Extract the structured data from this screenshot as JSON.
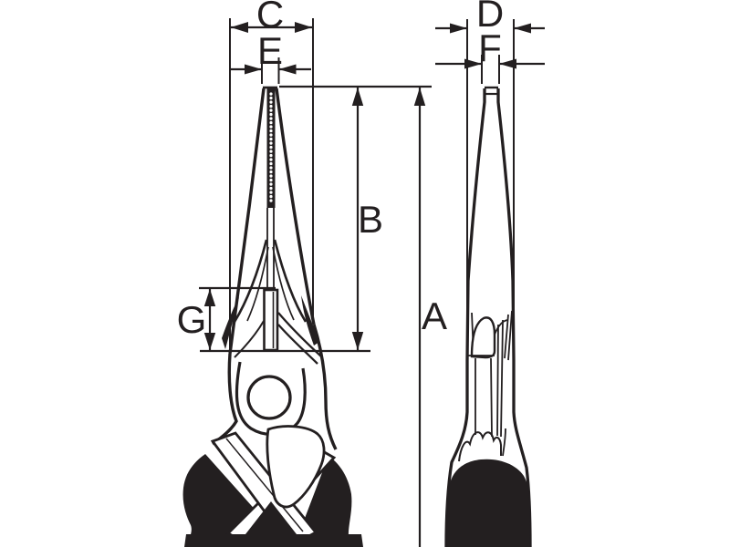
{
  "figure": {
    "colors": {
      "ink": "#231f20",
      "background": "#ffffff"
    },
    "labels": {
      "a": "A",
      "b": "B",
      "c": "C",
      "d": "D",
      "e": "E",
      "f": "F",
      "g": "G"
    }
  }
}
